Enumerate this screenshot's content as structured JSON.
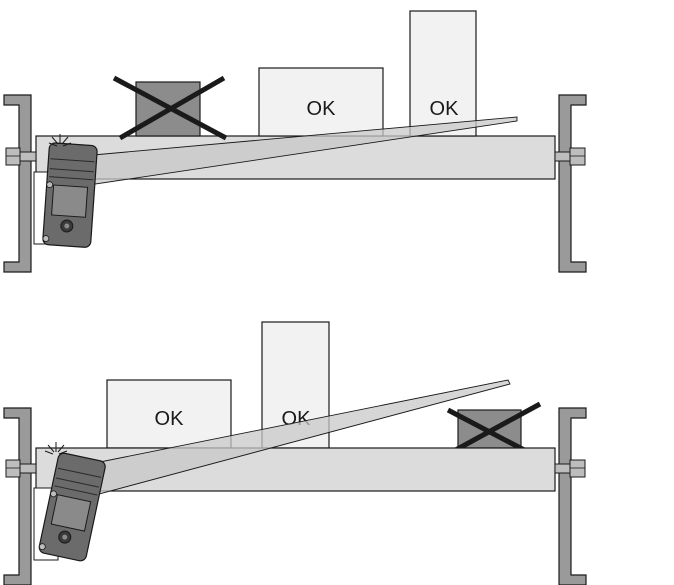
{
  "scenes": [
    {
      "boxes": [
        {
          "label": "",
          "status": "rejected"
        },
        {
          "label": "OK",
          "status": "ok"
        },
        {
          "label": "OK",
          "status": "ok"
        }
      ]
    },
    {
      "boxes": [
        {
          "label": "OK",
          "status": "ok"
        },
        {
          "label": "OK",
          "status": "ok"
        },
        {
          "label": "",
          "status": "rejected"
        }
      ]
    }
  ],
  "colors": {
    "ok_box": "#f2f2f2",
    "rejected_box": "#8c8c8c",
    "beam": "#c8c8c8",
    "conveyor": "#dcdcdc",
    "sensor": "#6b6b6b",
    "bracket": "#9a9a9a",
    "outline": "#1a1a1a"
  }
}
